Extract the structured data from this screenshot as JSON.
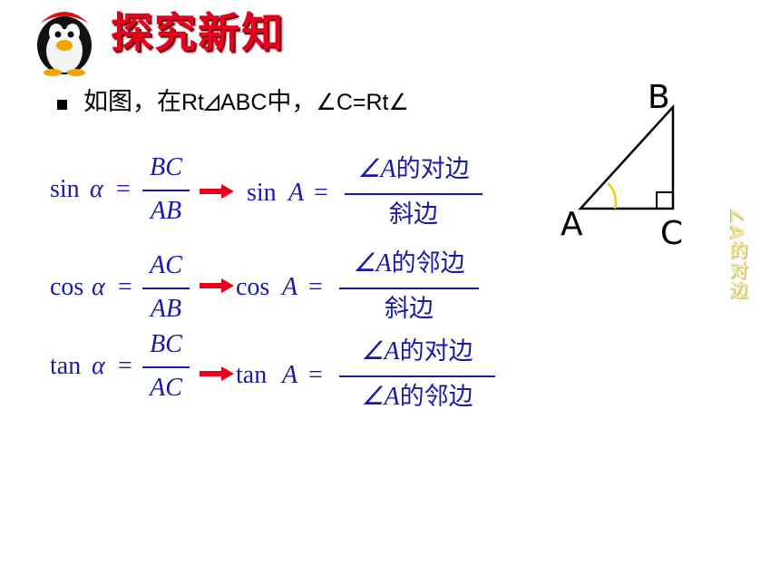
{
  "header": {
    "title": "探究新知"
  },
  "intro": {
    "prefix": "如图，在",
    "rt_label": "Rt",
    "abc_label": "ABC",
    "mid": "中，",
    "angle_c_label": "∠C=Rt∠"
  },
  "formulas": {
    "sin": {
      "alpha_fn": "sin",
      "alpha_var": "α",
      "eq": "=",
      "alpha_num": "BC",
      "alpha_den": "AB",
      "a_fn": "sin",
      "a_var": "A",
      "a_num_angle": "∠A",
      "a_num_text": "的对边",
      "a_den_text": "斜边"
    },
    "cos": {
      "alpha_fn": "cos",
      "alpha_var": "α",
      "eq": "=",
      "alpha_num": "AC",
      "alpha_den": "AB",
      "a_fn": "cos",
      "a_var": "A",
      "a_num_angle": "∠A",
      "a_num_text": "的邻边",
      "a_den_text": "斜边"
    },
    "tan": {
      "alpha_fn": "tan",
      "alpha_var": "α",
      "eq": "=",
      "alpha_num": "BC",
      "alpha_den": "AC",
      "a_fn": "tan",
      "a_var": "A",
      "a_num_angle": "∠A",
      "a_num_text": "的对边",
      "a_den_angle": "∠A",
      "a_den_text": "的邻边"
    }
  },
  "triangle": {
    "vertex_a": "A",
    "vertex_b": "B",
    "vertex_c": "C"
  },
  "side_note": "∠A的对边",
  "colors": {
    "title": "#e8001c",
    "formula": "#1a1aa8",
    "arrow": "#e8001c",
    "angle_arc": "#f0d000",
    "side_note": "#f2e7a4"
  }
}
